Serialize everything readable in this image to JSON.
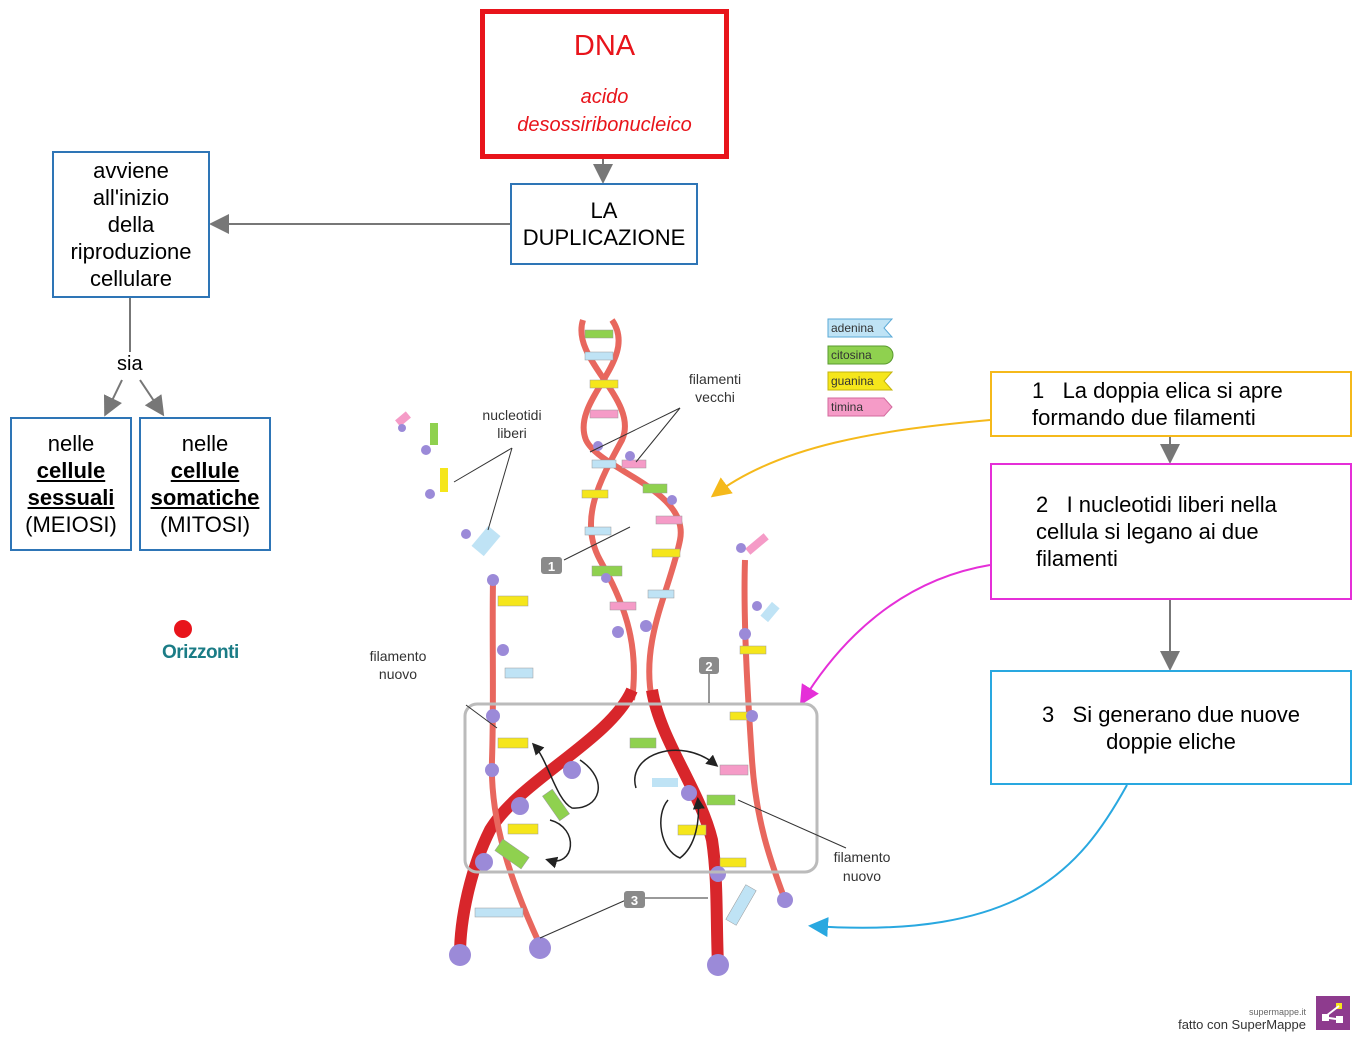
{
  "dna_box": {
    "title": "DNA",
    "subtitle_line1": "acido",
    "subtitle_line2": "desossiribonucleico"
  },
  "duplication_box": {
    "line1": "LA",
    "line2": "DUPLICAZIONE"
  },
  "when_box": {
    "lines": [
      "avviene",
      "all'inizio",
      "della",
      "riproduzione",
      "cellulare"
    ]
  },
  "connector_label": "sia",
  "sexual_box": {
    "line1": "nelle",
    "line2": "cellule",
    "line3": "sessuali",
    "line4": "(MEIOSI)"
  },
  "somatic_box": {
    "line1": "nelle",
    "line2": "cellule",
    "line3": "somatiche",
    "line4": "(MITOSI)"
  },
  "steps": [
    {
      "line1": "1   La doppia elica si apre",
      "line2": "formando due filamenti"
    },
    {
      "line1": "2   I nucleotidi liberi nella",
      "line2": "cellula si legano ai due",
      "line3": "filamenti"
    },
    {
      "line1": "3   Si generano due nuove",
      "line2": "doppie eliche"
    }
  ],
  "legend": [
    {
      "name": "adenina",
      "color": "#bfe3f5"
    },
    {
      "name": "citosina",
      "color": "#8fd14f"
    },
    {
      "name": "guanina",
      "color": "#f5e61b"
    },
    {
      "name": "timina",
      "color": "#f59bc7"
    }
  ],
  "diagram_labels": {
    "free_nucleotides_1": "nucleotidi",
    "free_nucleotides_2": "liberi",
    "old_strands_1": "filamenti",
    "old_strands_2": "vecchi",
    "new_strand_left_1": "filamento",
    "new_strand_left_2": "nuovo",
    "new_strand_right_1": "filamento",
    "new_strand_right_2": "nuovo",
    "badge_1": "1",
    "badge_2": "2",
    "badge_3": "3"
  },
  "publisher_logo": "Orizzonti",
  "footer": {
    "site": "supermappe.it",
    "credit": "fatto con SuperMappe"
  },
  "colors": {
    "red": "#e8141b",
    "blue": "#2e75b6",
    "orange": "#f5b91b",
    "magenta": "#e52fd8",
    "cyan": "#29a8e0"
  }
}
